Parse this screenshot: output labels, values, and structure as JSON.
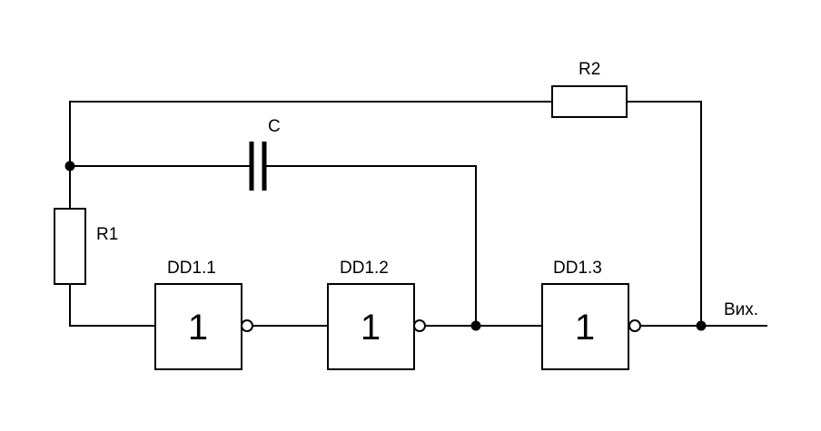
{
  "labels": {
    "r1": "R1",
    "r2": "R2",
    "c": "C",
    "dd11": "DD1.1",
    "dd12": "DD1.2",
    "dd13": "DD1.3",
    "output": "Вих."
  },
  "gate_symbol": "1"
}
